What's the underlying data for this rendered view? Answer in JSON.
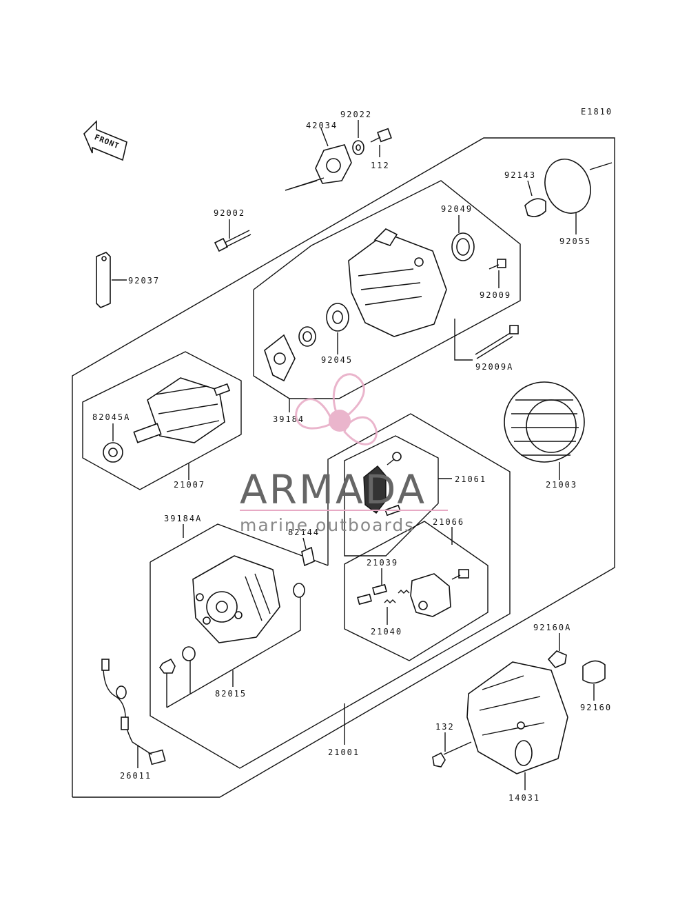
{
  "diagram_code": "E1810",
  "front_label": "FRONT",
  "watermark": {
    "brand": "ARMADA",
    "tagline": "marine outboards",
    "brand_color": "#666666",
    "logo_color": "#e7a9c4"
  },
  "callouts": {
    "c42034": "42034",
    "c92022": "92022",
    "c112": "112",
    "c92143": "92143",
    "c92055": "92055",
    "c92002": "92002",
    "c92049": "92049",
    "c92009": "92009",
    "c92037": "92037",
    "c92045": "92045",
    "c92009A": "92009A",
    "c82045A": "82045A",
    "c21007": "21007",
    "c39184": "39184",
    "c21003": "21003",
    "c21061": "21061",
    "c39184A": "39184A",
    "c82144": "82144",
    "c21066": "21066",
    "c21039": "21039",
    "c21040": "21040",
    "c92160A": "92160A",
    "c82015": "82015",
    "c92160": "92160",
    "c132": "132",
    "c21001": "21001",
    "c26011": "26011",
    "c14031": "14031"
  }
}
